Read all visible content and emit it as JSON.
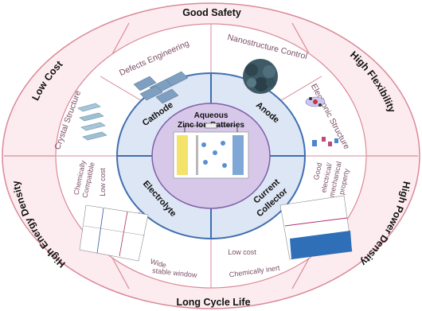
{
  "center": {
    "line1": "Aqueous",
    "line2": "Zinc Ion Batteries"
  },
  "inner_sectors": {
    "cathode": "Cathode",
    "anode": "Anode",
    "electrolyte": "Electrolyte",
    "collector_line1": "Current",
    "collector_line2": "Collector"
  },
  "middle_ring": {
    "defects_engineering": "Defects Engineering",
    "nanostructure_control": "Nanostructure Control",
    "electronic_structure": "Electronic Structure",
    "crystal_structure": "Crystal Structure",
    "electrolyte_low_cost": "Low cost",
    "chem_compat_1": "Chemically",
    "chem_compat_2": "Compatible",
    "wide_window_1": "Wide",
    "wide_window_2": "stable window",
    "good_prop_1": "Good",
    "good_prop_2": "electrical/",
    "good_prop_3": "mechanical",
    "good_prop_4": "property",
    "collector_low_cost": "Low cost",
    "chem_inert": "Chemically inert"
  },
  "outer_ring": {
    "good_safety": "Good Safety",
    "high_flexibility": "High Flexibility",
    "high_power_density": "High Power Density",
    "long_cycle_life": "Long Cycle Life",
    "high_energy_density": "High Energy Density",
    "low_cost": "Low Cost"
  },
  "colors": {
    "outer_ring": "#fdecef",
    "outer_border": "#d98a98",
    "middle_ring": "#ffffff",
    "inner_ring": "#dde6f4",
    "inner_border": "#3f6fb0",
    "core": "#d7c8ea",
    "core_border": "#7e5fa8"
  }
}
